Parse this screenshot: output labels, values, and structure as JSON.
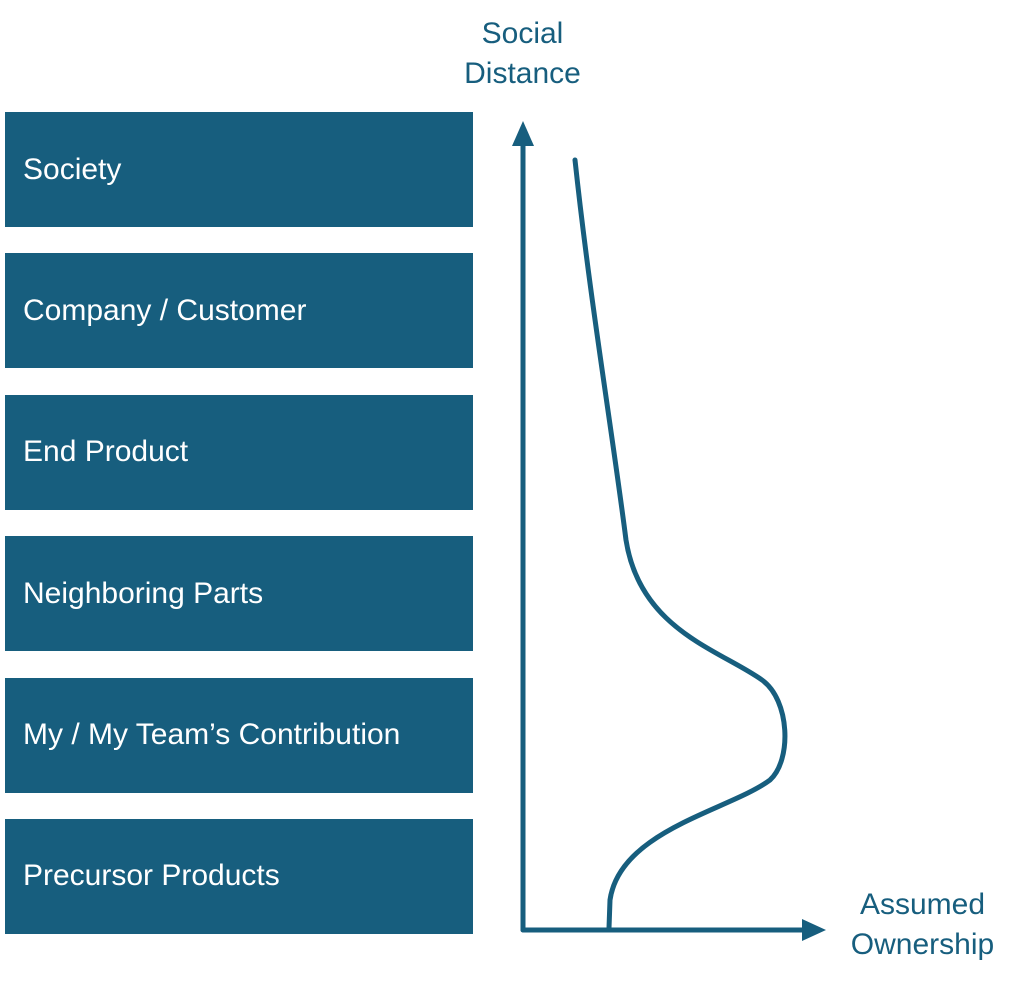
{
  "levels": [
    {
      "label": "Society"
    },
    {
      "label": "Company / Customer"
    },
    {
      "label": "End Product"
    },
    {
      "label": "Neighboring Parts"
    },
    {
      "label": "My / My Team’s Contribution"
    },
    {
      "label": "Precursor Products"
    }
  ],
  "axes": {
    "y_label_line1": "Social",
    "y_label_line2": "Distance",
    "x_label_line1": "Assumed",
    "x_label_line2": "Ownership"
  },
  "colors": {
    "primary": "#175e7e",
    "text_on_primary": "#ffffff"
  }
}
